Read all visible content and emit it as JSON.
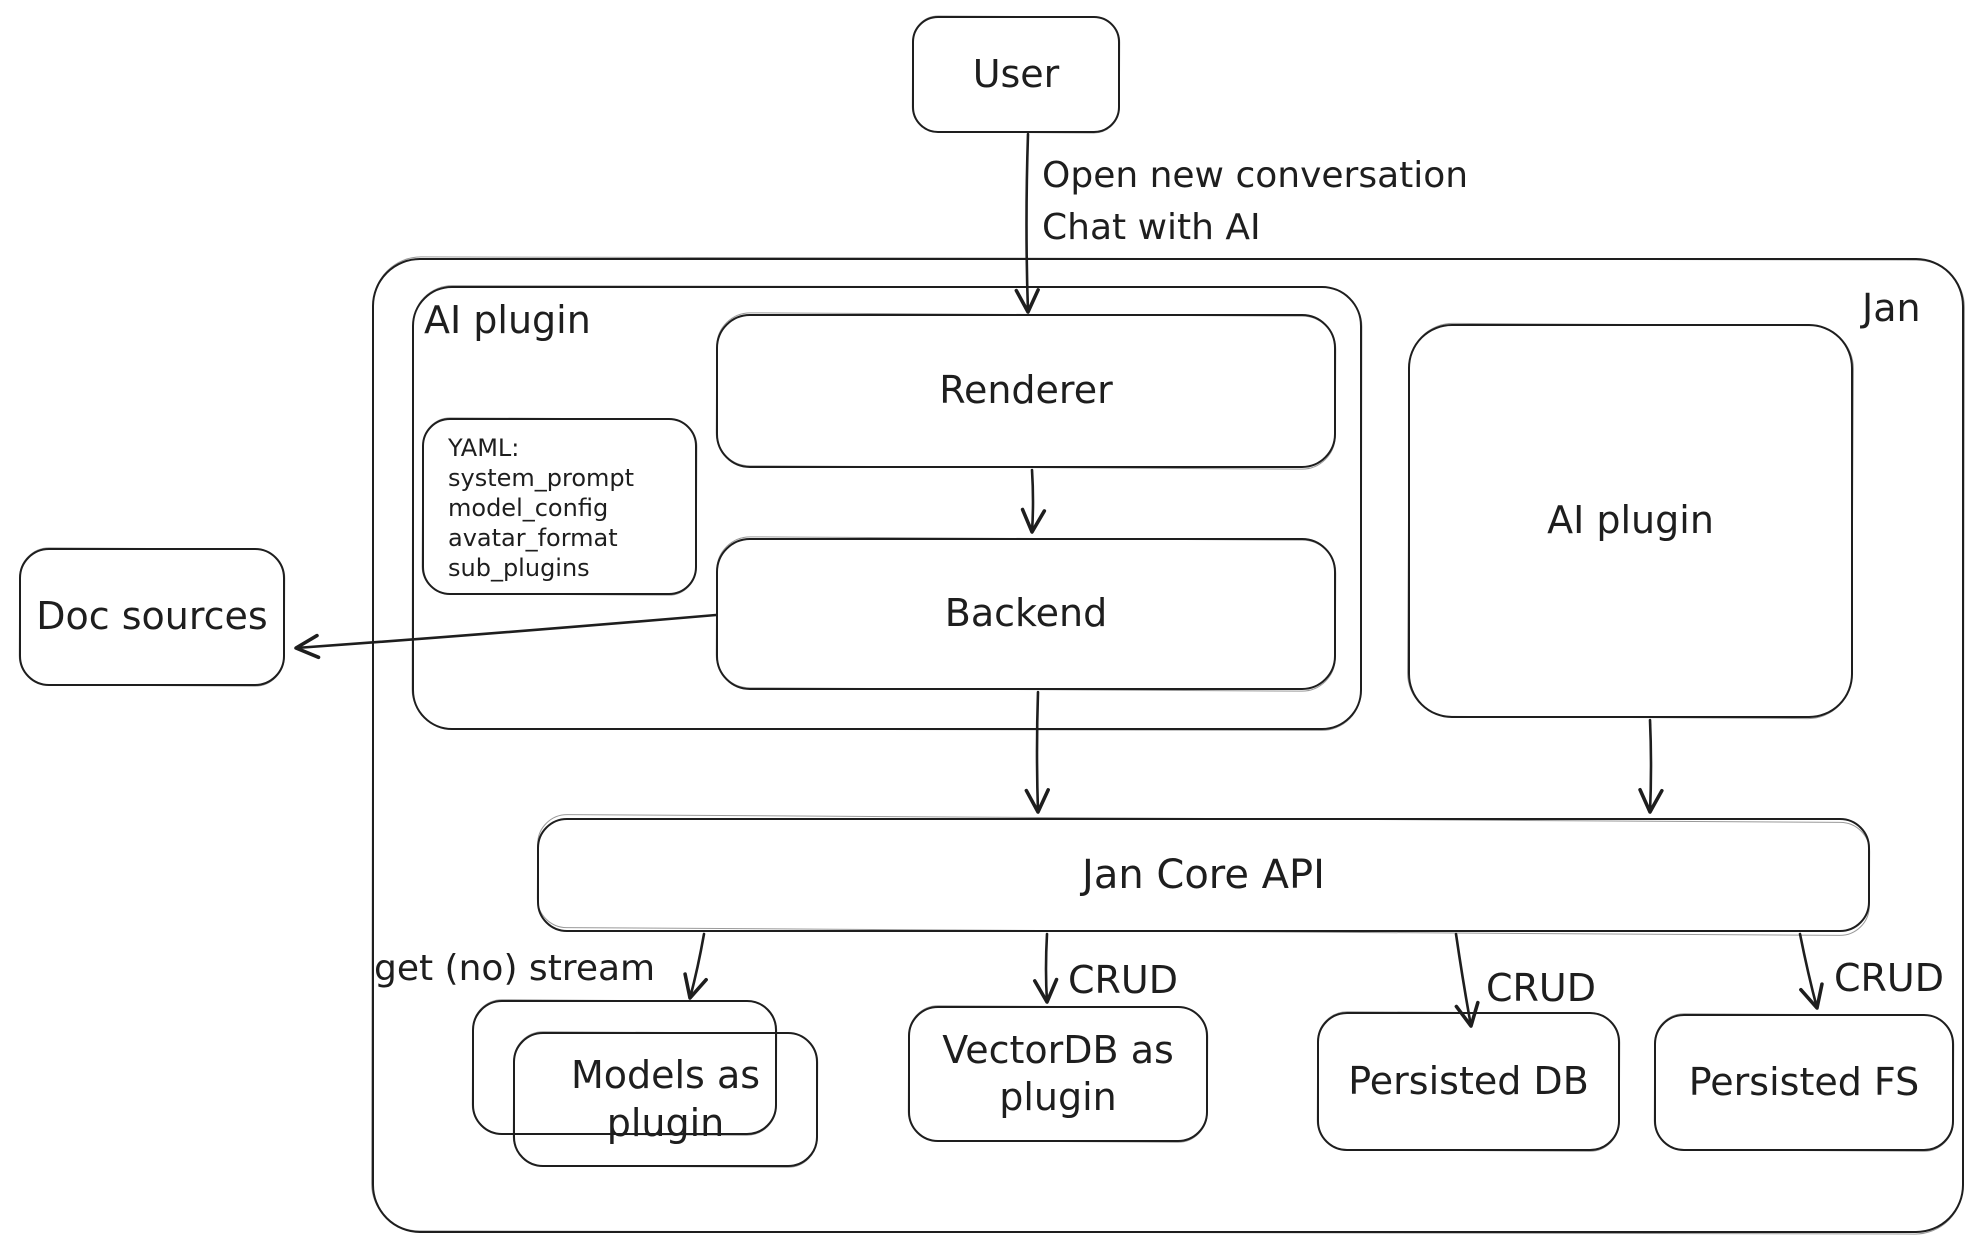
{
  "diagram": {
    "colors": {
      "ink": "#1e1e1e",
      "background": "#ffffff"
    },
    "nodes": {
      "user": "User",
      "jan_label": "Jan",
      "ai_plugin_left": "AI plugin",
      "renderer": "Renderer",
      "backend": "Backend",
      "doc_sources": "Doc sources",
      "ai_plugin_right": "AI plugin",
      "jan_core_api": "Jan Core API",
      "models_as_plugin": "Models as plugin",
      "vectordb_as_plugin": "VectorDB as plugin",
      "persisted_db": "Persisted DB",
      "persisted_fs": "Persisted FS"
    },
    "yaml_note": {
      "lines": [
        "YAML:",
        "system_prompt",
        "model_config",
        "avatar_format",
        "sub_plugins"
      ]
    },
    "edge_labels": {
      "user_to_renderer": [
        "Open new conversation",
        "Chat with AI"
      ],
      "jan_core_to_models": "get (no) stream",
      "jan_core_to_vectordb": "CRUD",
      "jan_core_to_persisted_db": "CRUD",
      "jan_core_to_persisted_fs": "CRUD"
    }
  }
}
